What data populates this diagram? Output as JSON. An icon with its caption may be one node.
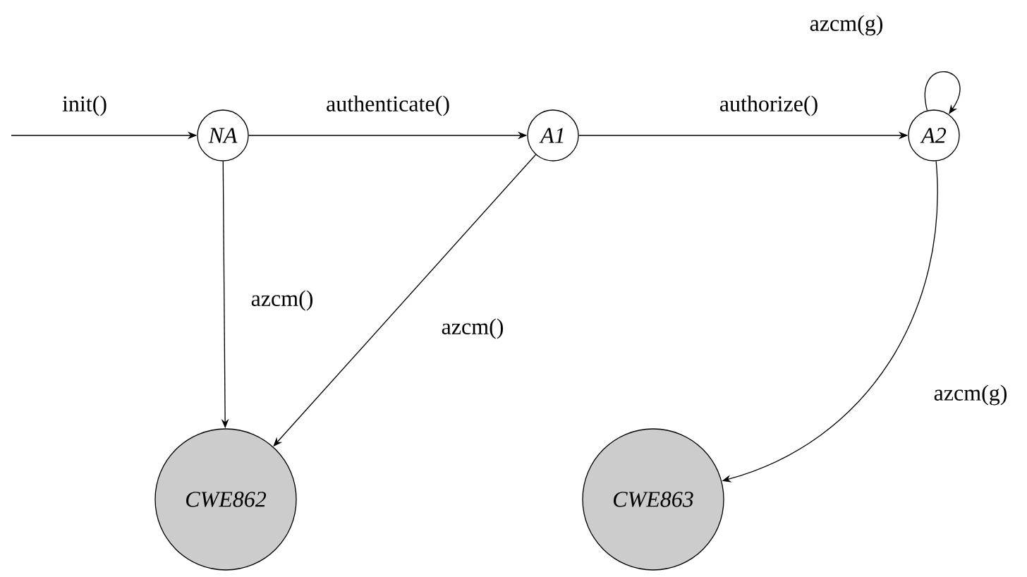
{
  "diagram": {
    "nodes": [
      {
        "text": [
          "NA"
        ]
      },
      {
        "text": [
          "A1"
        ]
      },
      {
        "text": [
          "A2"
        ]
      },
      {
        "text": [
          "CWE862"
        ]
      },
      {
        "text": [
          "CWE863"
        ]
      }
    ],
    "edges": [
      {
        "from": null,
        "to": 0,
        "arrow": "to",
        "label": "init()"
      },
      {
        "from": 0,
        "to": 1,
        "arrow": "to",
        "label": "authenticate()"
      },
      {
        "from": 1,
        "to": 2,
        "arrow": "to",
        "label": "authorize()"
      },
      {
        "from": 2,
        "to": 2,
        "arrow": "to",
        "label": "azcm(g)"
      },
      {
        "from": 0,
        "to": 3,
        "arrow": "to",
        "label": "azcm()"
      },
      {
        "from": 1,
        "to": 3,
        "arrow": "to",
        "label": "azcm()"
      },
      {
        "from": 2,
        "to": 4,
        "arrow": "to",
        "label": "azcm(g)"
      }
    ]
  }
}
